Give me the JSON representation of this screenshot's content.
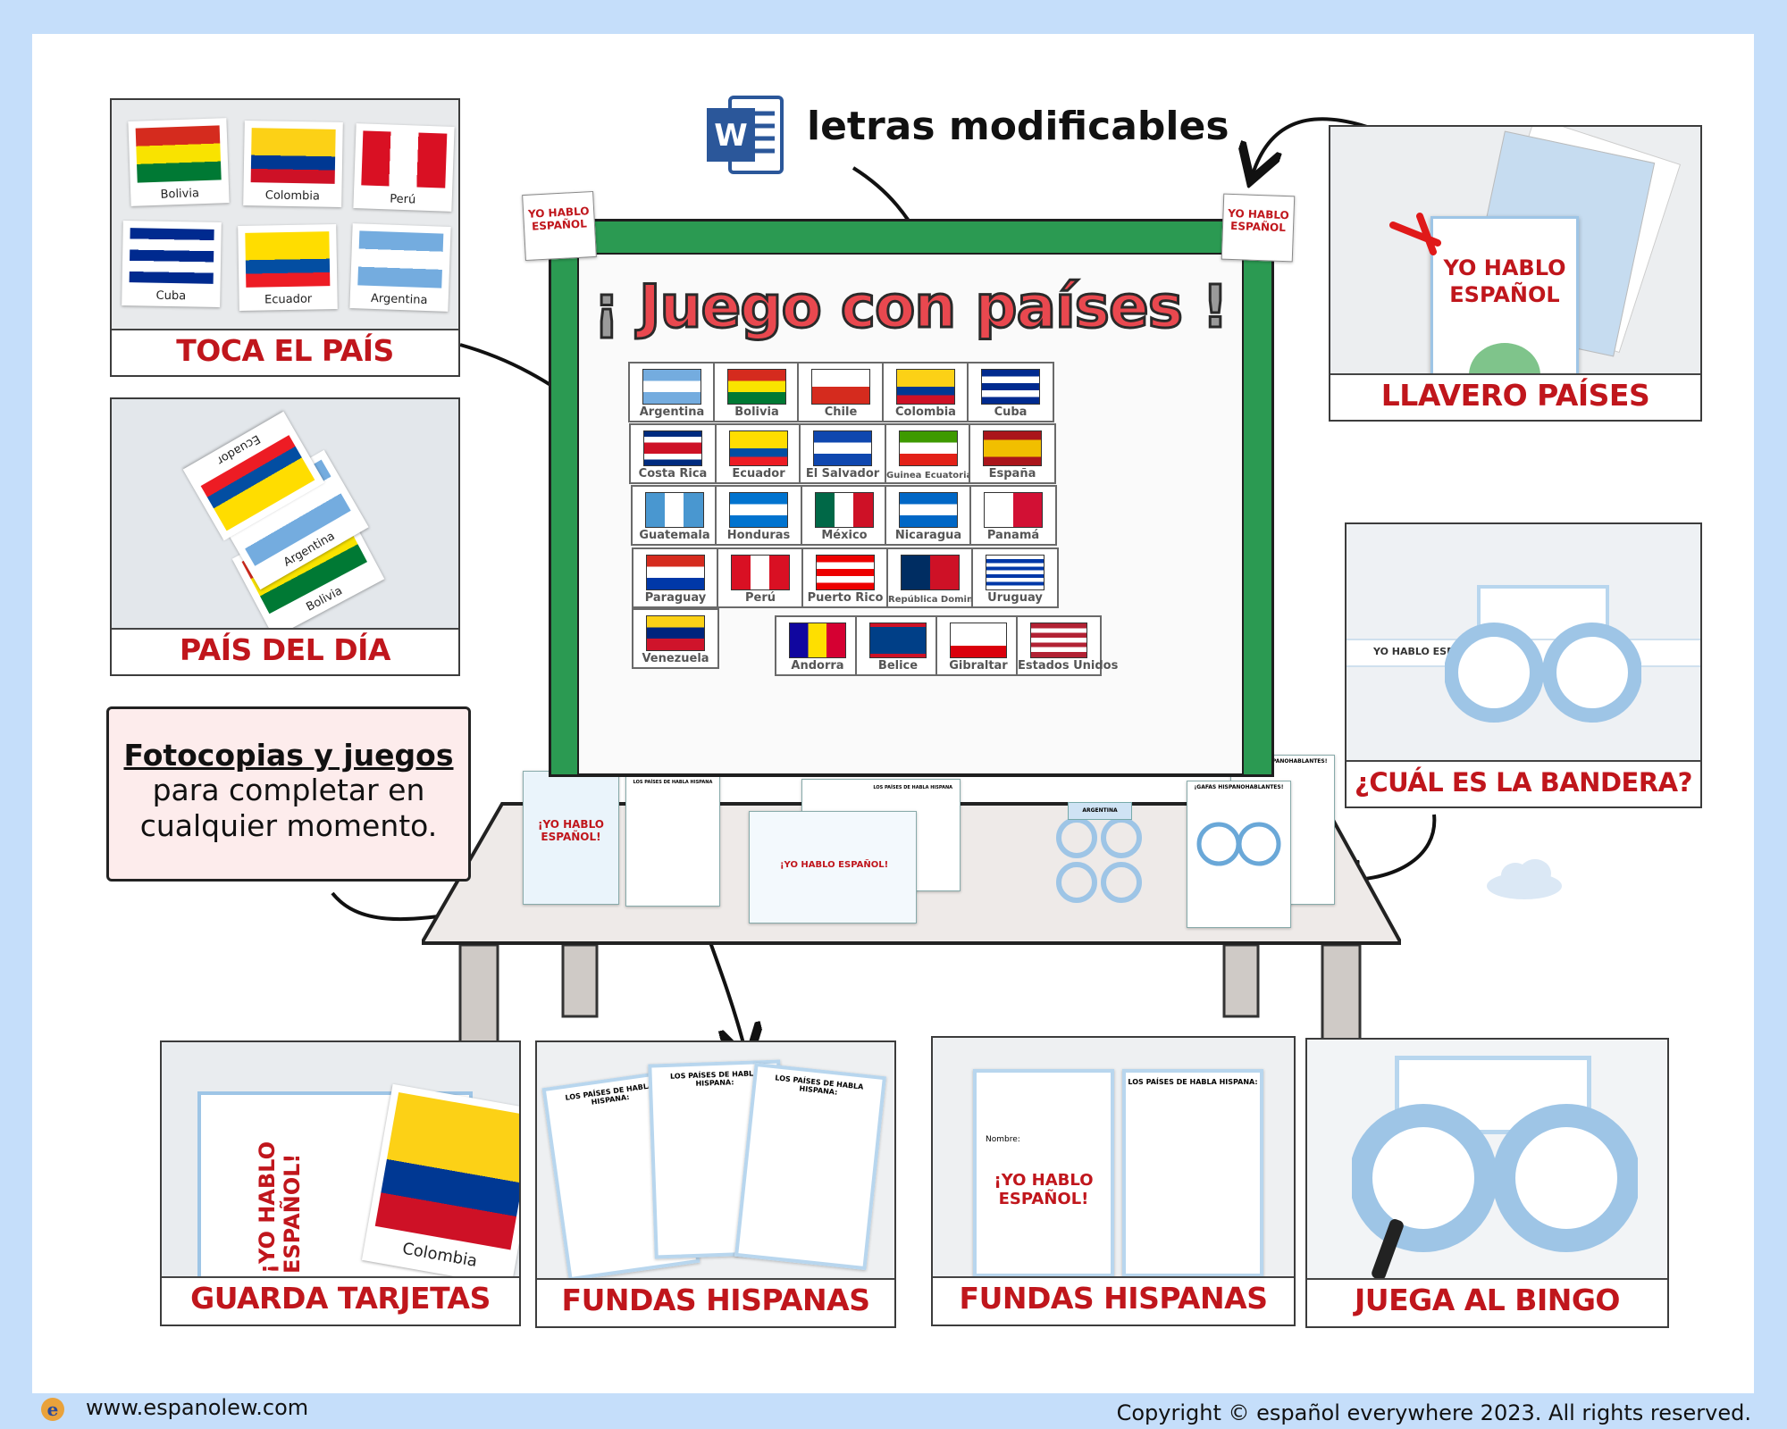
{
  "header": {
    "word_label": "letras modificables",
    "word_icon": "word-document-icon",
    "word_icon_letter": "W"
  },
  "board": {
    "title_open": "¡",
    "title_text": "Juego con países",
    "title_close": "!",
    "sign_text": "YO HABLO ESPAÑOL",
    "countries": [
      "Argentina",
      "Bolivia",
      "Chile",
      "Colombia",
      "Cuba",
      "Costa Rica",
      "Ecuador",
      "El Salvador",
      "Guinea Ecuatorial",
      "España",
      "Guatemala",
      "Honduras",
      "México",
      "Nicaragua",
      "Panamá",
      "Paraguay",
      "Perú",
      "Puerto Rico",
      "República Dominicana",
      "Uruguay",
      "Venezuela",
      "Andorra",
      "Belice",
      "Gibraltar",
      "Estados Unidos"
    ]
  },
  "panels": {
    "toca": {
      "title": "TOCA EL PAÍS",
      "cards": [
        "Bolivia",
        "Colombia",
        "Perú",
        "Cuba",
        "Ecuador",
        "Argentina"
      ]
    },
    "dia": {
      "title": "PAÍS DEL DÍA",
      "cards": [
        "Ecuador",
        "Argentina",
        "Bolivia"
      ]
    },
    "llavero": {
      "title": "LLAVERO PAÍSES",
      "card_text": "YO HABLO ESPAÑOL"
    },
    "bandera": {
      "title": "¿CUÁL ES LA BANDERA?",
      "strip_text": "YO HABLO ESPAÑOL"
    },
    "guarda": {
      "title": "GUARDA TARJETAS",
      "vertical_text": "¡YO HABLO ESPAÑOL!",
      "card_name": "Colombia"
    },
    "fundas1": {
      "title": "FUNDAS HISPANAS",
      "sheet_text": "LOS PAÍSES DE HABLA HISPANA:"
    },
    "fundas2": {
      "title": "FUNDAS HISPANAS",
      "sheet_text": "LOS PAÍSES DE HABLA HISPANA:",
      "sleeve_text": "¡YO HABLO ESPAÑOL!",
      "name_label": "Nombre:"
    },
    "bingo": {
      "title": "JUEGA AL BINGO"
    }
  },
  "callout": {
    "line1": "Fotocopias y juegos",
    "line2": "para completar en",
    "line3": "cualquier momento."
  },
  "table_items": {
    "sleeve_text": "¡YO HABLO ESPAÑOL!",
    "sheet_text": "LOS PAÍSES DE HABLA HISPANA",
    "gafas_text": "¡GAFAS HISPANOHABLANTES!",
    "argentina_label": "ARGENTINA"
  },
  "footer": {
    "url": "www.espanolew.com",
    "copyright": "Copyright © español everywhere 2023. All rights reserved.",
    "logo_letter": "e"
  },
  "colors": {
    "background": "#c5defa",
    "board_green": "#2b9a52",
    "title_red": "#e9484f",
    "caption_red": "#c0161c",
    "callout_bg": "#fdecec"
  }
}
